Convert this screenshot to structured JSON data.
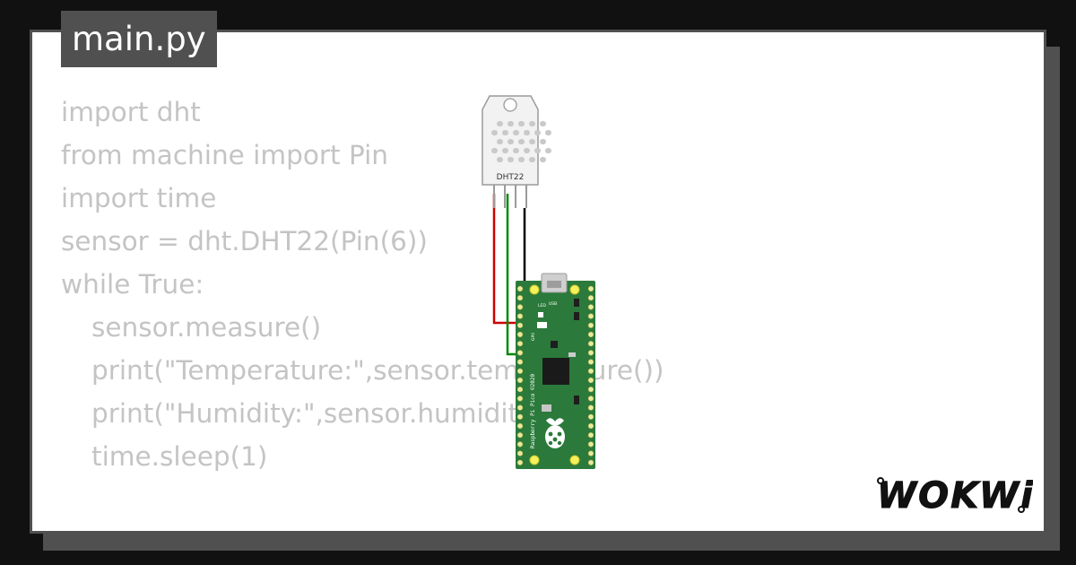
{
  "tab": {
    "filename": "main.py"
  },
  "code": {
    "lines": [
      {
        "text": "import dht",
        "indent": false
      },
      {
        "text": "from machine import Pin",
        "indent": false
      },
      {
        "text": "import time",
        "indent": false
      },
      {
        "text": "sensor = dht.DHT22(Pin(6))",
        "indent": false
      },
      {
        "text": "while True:",
        "indent": false
      },
      {
        "text": "sensor.measure()",
        "indent": true
      },
      {
        "text": "print(\"Temperature:\",sensor.temperature())",
        "indent": true
      },
      {
        "text": "print(\"Humidity:\",sensor.humidity())",
        "indent": true
      },
      {
        "text": "time.sleep(1)",
        "indent": true
      }
    ]
  },
  "sensor": {
    "label": "DHT22"
  },
  "board": {
    "side_label": "Raspberry Pi Pico ©2020",
    "led_label": "LED",
    "usb_label": "USB",
    "pin_label": "GP0"
  },
  "logo": {
    "text": "WOKWi"
  },
  "colors": {
    "page_background": "#111111",
    "card_border": "#505050",
    "code_text": "#c4c4c4",
    "board_green": "#2b7a3b",
    "wire_red": "#cc0000",
    "wire_green": "#008800",
    "wire_black": "#000000"
  }
}
